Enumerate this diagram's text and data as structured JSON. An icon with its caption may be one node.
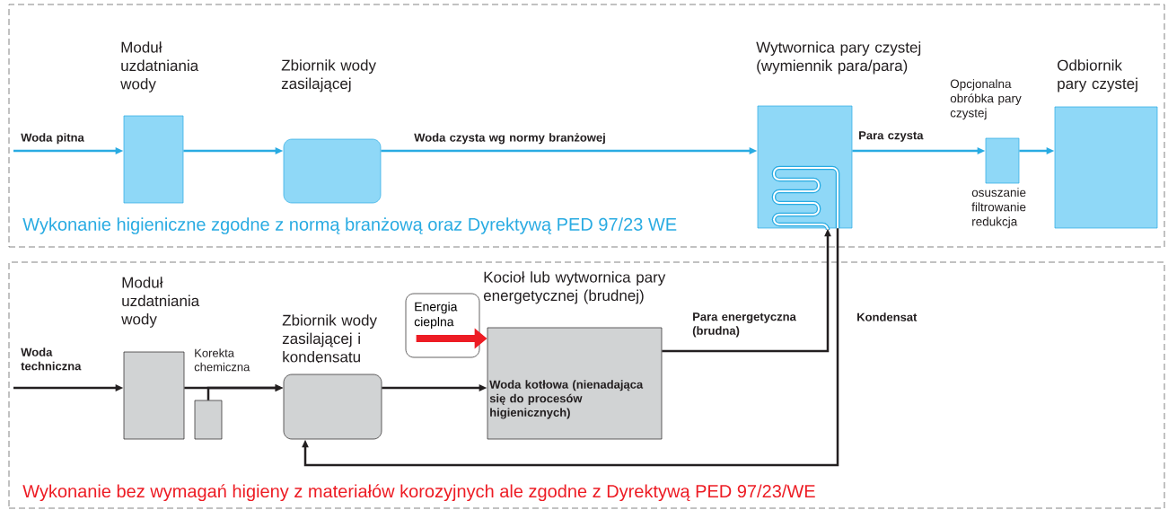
{
  "diagram": {
    "nodes": [
      {
        "text": [
          "Wykonanie higieniczne zgodne z normą branżową oraz Dyrektywą PED 97/23 WE"
        ]
      },
      {
        "text": [
          "Wykonanie bez wymagań higieny z materiałów korozyjnych ale zgodne z Dyrektywą PED 97/23/WE"
        ]
      },
      {
        "text": [
          "Moduł uzdatniania wody"
        ],
        "in": 0
      },
      {
        "text": [
          "Zbiornik wody zasilającej"
        ],
        "in": 0
      },
      {
        "text": [
          "Wytwornica pary czystej (wymiennik para/para)"
        ],
        "in": 0
      },
      {
        "text": [
          "Opcjonalna obróbka pary czystej"
        ],
        "beside": [
          "osuszanie filtrowanie redukcja"
        ],
        "in": 0
      },
      {
        "text": [
          "Odbiornik pary czystej"
        ],
        "in": 0
      },
      {
        "text": [
          "Moduł uzdatniania wody"
        ],
        "in": 1
      },
      {
        "text": [],
        "shape": "box",
        "in": 1
      },
      {
        "text": [
          "Zbiornik wody zasilającej i kondensatu"
        ],
        "in": 1
      },
      {
        "text": [
          "Energia cieplna"
        ],
        "in": 1
      },
      {
        "text": [
          "Kocioł lub wytwornica pary energetycznej (brudnej)",
          "Woda kotłowa (nienadająca się do procesów higienicznych)"
        ],
        "in": 1
      }
    ],
    "edges": [
      {
        "from": null,
        "to": 2,
        "arrow": "to",
        "label": "Woda pitna",
        "color": "#29abe2"
      },
      {
        "from": 2,
        "to": 3,
        "arrow": "to",
        "color": "#29abe2"
      },
      {
        "from": 3,
        "to": 4,
        "arrow": "to",
        "label": "Woda czysta wg normy branżowej",
        "color": "#29abe2"
      },
      {
        "from": 4,
        "to": 5,
        "arrow": "to",
        "label": "Para czysta",
        "color": "#29abe2"
      },
      {
        "from": 5,
        "to": 6,
        "arrow": "to",
        "color": "#29abe2"
      },
      {
        "from": null,
        "to": 7,
        "arrow": "to",
        "label": "Woda techniczna",
        "color": "#231f20"
      },
      {
        "from": 7,
        "to": 9,
        "arrow": "to",
        "label": "Korekta chemiczna",
        "color": "#231f20"
      },
      {
        "from": 8,
        "to": 9,
        "arrow": "to",
        "color": "#231f20"
      },
      {
        "from": 9,
        "to": 11,
        "arrow": "to",
        "color": "#231f20"
      },
      {
        "from": 10,
        "to": 11,
        "arrow": "to",
        "style": "thick",
        "color": "#ed1c24"
      },
      {
        "from": 11,
        "to": 4,
        "arrow": "to",
        "label": "Para energetyczna (brudna)",
        "color": "#231f20"
      },
      {
        "from": 4,
        "to": 9,
        "arrow": "to",
        "label": "Kondensat",
        "color": "#231f20"
      }
    ]
  }
}
